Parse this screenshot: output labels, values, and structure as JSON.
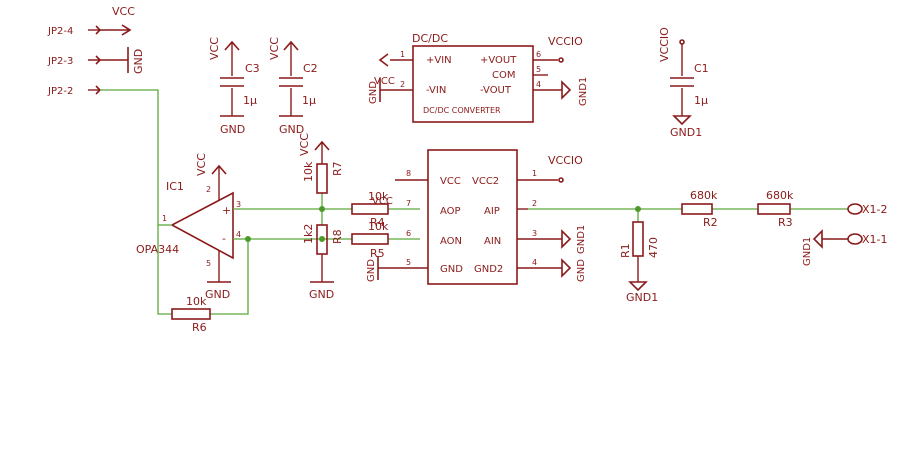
{
  "connectors": {
    "jp2_4": "JP2-4",
    "jp2_3": "JP2-3",
    "jp2_2": "JP2-2",
    "x1_2": "X1-2",
    "x1_1": "X1-1"
  },
  "supplies": {
    "vcc": "VCC",
    "gnd": "GND",
    "gnd1": "GND1",
    "vccio": "VCCIO"
  },
  "capacitors": {
    "c1": {
      "name": "C1",
      "value": "1µ"
    },
    "c2": {
      "name": "C2",
      "value": "1µ"
    },
    "c3": {
      "name": "C3",
      "value": "1µ"
    }
  },
  "dcdc": {
    "title": "DC/DC",
    "body": "DC/DC CONVERTER",
    "pins": {
      "p1": {
        "num": "1",
        "label": "+VIN"
      },
      "p2": {
        "num": "2",
        "label": "-VIN"
      },
      "p6": {
        "num": "6",
        "label": "+VOUT"
      },
      "p5": {
        "num": "5",
        "label": "COM"
      },
      "p4": {
        "num": "4",
        "label": "-VOUT"
      }
    }
  },
  "opamp": {
    "name": "IC1",
    "part": "OPA344",
    "plus": "+",
    "minus": "-",
    "pins": {
      "p1": "1",
      "p2": "2",
      "p3": "3",
      "p4": "4",
      "p5": "5"
    }
  },
  "resistors": {
    "r1": {
      "name": "R1",
      "value": "470"
    },
    "r2": {
      "name": "R2",
      "value": "680k"
    },
    "r3": {
      "name": "R3",
      "value": "680k"
    },
    "r4": {
      "name": "R4",
      "value": "10k"
    },
    "r5": {
      "name": "R5",
      "value": "10k"
    },
    "r6": {
      "name": "R6",
      "value": "10k"
    },
    "r7": {
      "name": "R7",
      "value": "10k"
    },
    "r8": {
      "name": "R8",
      "value": "1k2"
    }
  },
  "isoamp": {
    "pins": {
      "p8": {
        "num": "8",
        "label": "VCC"
      },
      "p7": {
        "num": "7",
        "label": "AOP"
      },
      "p6": {
        "num": "6",
        "label": "AON"
      },
      "p5": {
        "num": "5",
        "label": "GND"
      },
      "p1": {
        "num": "1",
        "label": "VCC2"
      },
      "p2": {
        "num": "2",
        "label": "AIP"
      },
      "p3": {
        "num": "3",
        "label": "AIN"
      },
      "p4": {
        "num": "4",
        "label": "GND2"
      }
    }
  }
}
